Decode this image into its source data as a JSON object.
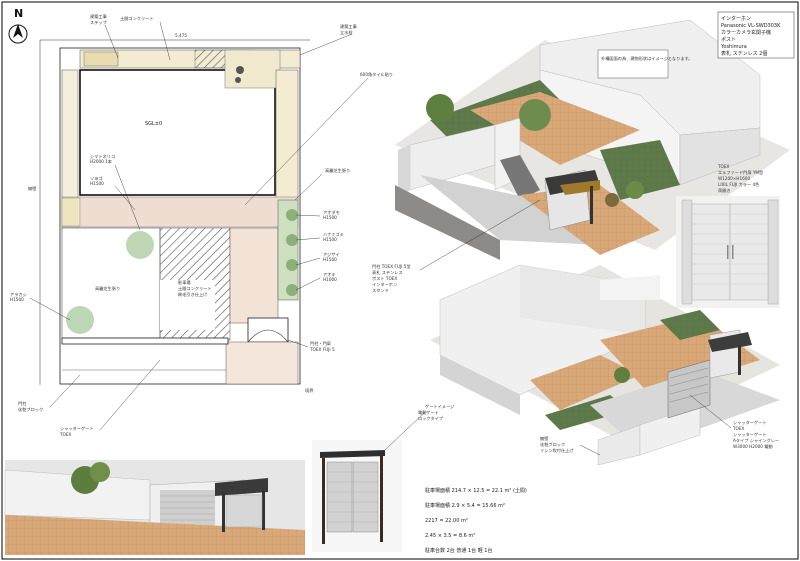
{
  "north_label": "N",
  "title_block": {
    "lines": [
      "インターホン",
      "Panasonic VL-SWD303K",
      "カラーカメラ玄関子機",
      "ポスト",
      "Yoshimura",
      "表札 ステンレス 2個"
    ]
  },
  "plan": {
    "parking_dims": "5,475",
    "room_label": "SGL±0",
    "labels": [
      {
        "text": "建築工事",
        "key": "a1"
      },
      {
        "text": "ステップ",
        "key": "a2"
      },
      {
        "text": "土間コンクリート",
        "key": "a3"
      },
      {
        "text": "建築工事",
        "key": "a4"
      },
      {
        "text": "立水栓",
        "key": "a5"
      },
      {
        "text": "600角タイル貼り",
        "key": "a6"
      },
      {
        "text": "シマトネリコ",
        "key": "a7"
      },
      {
        "text": "H2000 1本",
        "key": "a8"
      },
      {
        "text": "ソヨゴ",
        "key": "a9"
      },
      {
        "text": "H1500",
        "key": "a10"
      },
      {
        "text": "高麗芝生張り",
        "key": "a11"
      },
      {
        "text": "アオダモ",
        "key": "a12"
      },
      {
        "text": "H1500",
        "key": "a13"
      },
      {
        "text": "ハナミズキ",
        "key": "a14"
      },
      {
        "text": "H1500",
        "key": "a15"
      },
      {
        "text": "アジサイ",
        "key": "a16"
      },
      {
        "text": "H1500",
        "key": "a17"
      },
      {
        "text": "アオキ",
        "key": "a18"
      },
      {
        "text": "H1000",
        "key": "a19"
      },
      {
        "text": "アラカシ",
        "key": "a20"
      },
      {
        "text": "H1500",
        "key": "a21"
      },
      {
        "text": "高麗芝生張り",
        "key": "a22"
      },
      {
        "text": "駐車場",
        "key": "a23"
      },
      {
        "text": "土間コンクリート",
        "key": "a24"
      },
      {
        "text": "刷毛引き仕上げ",
        "key": "a25"
      },
      {
        "text": "門柱・門扉",
        "key": "a26"
      },
      {
        "text": "TOEX FUJI 5",
        "key": "a27"
      },
      {
        "text": "シャッターゲート",
        "key": "a28"
      },
      {
        "text": "TOEX",
        "key": "a29"
      },
      {
        "text": "門柱",
        "key": "a30"
      },
      {
        "text": "化粧ブロック",
        "key": "a31"
      },
      {
        "text": "境界",
        "key": "a32"
      },
      {
        "text": "擁壁",
        "key": "a33"
      }
    ]
  },
  "annotations": {
    "render_note": "外構図面の為、建物形状はイメージとなります。",
    "gate_desc": [
      "TOEX",
      "エルファード門扉 YM型",
      "W1200×H1600",
      "LIXIL FUJI カラー 4色",
      "両開き"
    ],
    "intercom_desc": [
      "門柱 TOEX FUJI 5型",
      "表札 ステンレス",
      "ポスト TOEX",
      "インターホン",
      "スタンド"
    ],
    "carport_desc": [
      "シャッターゲート",
      "TOEX",
      "シャッターゲート",
      "Aタイプ シャイングレー",
      "W3000 H2000 電動"
    ],
    "wall_desc": [
      "擁壁",
      "化粧ブロック",
      "リシン吹付仕上げ"
    ],
    "gate_image_note": [
      "ゲートイメージ",
      "電動ゲート",
      "ロックタイプ"
    ],
    "area_summary": [
      "駐車場面積 214.7 × 12.5 = 22.1 m² (土間)",
      "駐車場面積 2.9 × 5.4 = 15.66 m²",
      "2217 = 22.00 m²",
      "2.45 × 3.5 = 8.6 m²",
      "駐車台数 2台 普通 1台 軽 1台"
    ]
  }
}
